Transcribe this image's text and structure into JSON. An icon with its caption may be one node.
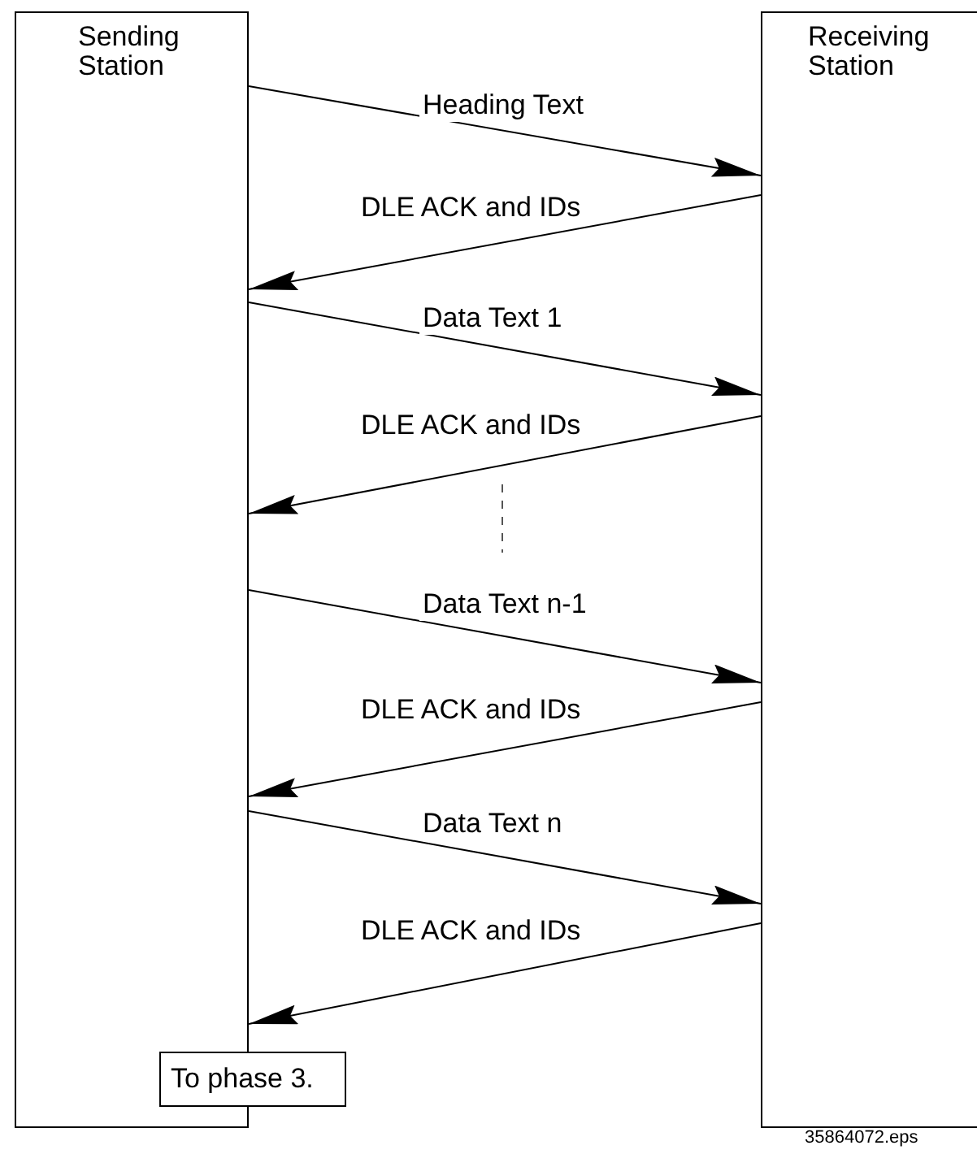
{
  "diagram": {
    "nodes": [
      {
        "text": [
          "Sending Station"
        ]
      },
      {
        "text": [
          "Receiving Station"
        ]
      },
      {
        "text": [
          "To phase 3."
        ]
      }
    ],
    "edges": [
      {
        "from": 0,
        "to": 1,
        "label": "Heading Text",
        "arrow": "to"
      },
      {
        "from": 1,
        "to": 0,
        "label": "DLE ACK and IDs",
        "arrow": "to"
      },
      {
        "from": 0,
        "to": 1,
        "label": "Data Text 1",
        "arrow": "to"
      },
      {
        "from": 1,
        "to": 0,
        "label": "DLE ACK and IDs",
        "arrow": "to"
      },
      {
        "from": 0,
        "to": 1,
        "label": "Data Text n-1",
        "arrow": "to"
      },
      {
        "from": 1,
        "to": 0,
        "label": "DLE ACK and IDs",
        "arrow": "to"
      },
      {
        "from": 0,
        "to": 1,
        "label": "Data Text n",
        "arrow": "to"
      },
      {
        "from": 1,
        "to": 0,
        "label": "DLE ACK and IDs",
        "arrow": "to"
      }
    ],
    "labels": [
      "35864072.eps"
    ]
  }
}
